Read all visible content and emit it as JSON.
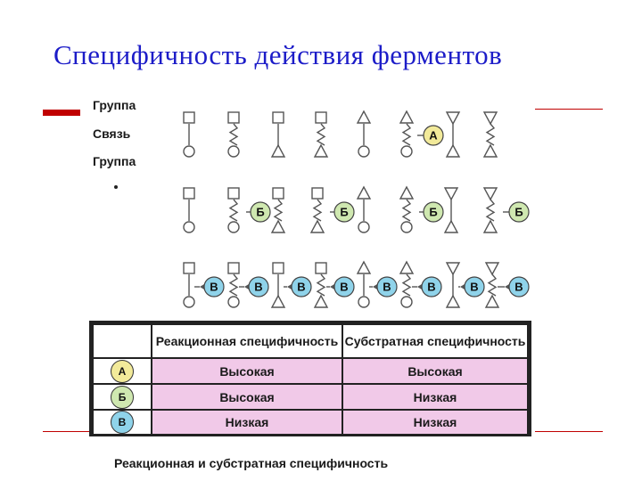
{
  "title": "Специфичность  действия ферментов",
  "legend": {
    "group_top": "Группа",
    "bond": "Связь",
    "group_bottom": "Группа"
  },
  "enzymes": {
    "A": {
      "label": "А",
      "color": "#f2ea9a"
    },
    "B": {
      "label": "Б",
      "color": "#cfe8b0"
    },
    "C": {
      "label": "В",
      "color": "#8fd3ea"
    }
  },
  "table": {
    "header": {
      "col1": "",
      "col2": "Реакционная специфичность",
      "col3": "Субстратная специфичность"
    },
    "rows": [
      {
        "enzyme": "А",
        "reaction": "Высокая",
        "substrate": "Высокая"
      },
      {
        "enzyme": "Б",
        "reaction": "Высокая",
        "substrate": "Низкая"
      },
      {
        "enzyme": "В",
        "reaction": "Низкая",
        "substrate": "Низкая"
      }
    ]
  },
  "caption": "Реакционная и субстратная специфичность",
  "colors": {
    "title": "#1c1cc8",
    "accent": "#c00000",
    "table_fill": "#f1c9e8"
  }
}
